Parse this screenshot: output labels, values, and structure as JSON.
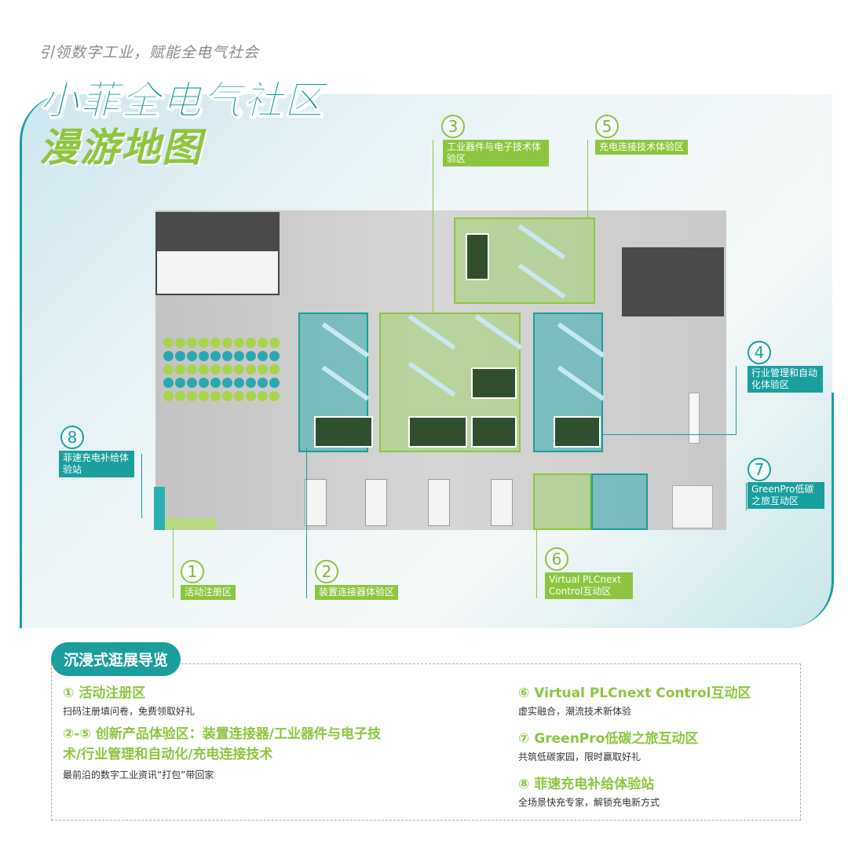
{
  "header": {
    "tagline": "引领数字工业，赋能全电气社会",
    "title_line1": "小菲全电气社区",
    "title_line2": "漫游地图"
  },
  "map": {
    "zones": [
      {
        "num": "1",
        "label": "活动注册区"
      },
      {
        "num": "2",
        "label": "装置连接器体验区"
      },
      {
        "num": "3",
        "label": "工业器件与电子技术体验区"
      },
      {
        "num": "4",
        "label": "行业管理和自动化体验区"
      },
      {
        "num": "5",
        "label": "充电连接技术体验区"
      },
      {
        "num": "6",
        "label": "Virtual PLCnext Control互动区"
      },
      {
        "num": "7",
        "label": "GreenPro低碳之旅互动区"
      },
      {
        "num": "8",
        "label": "菲速充电补给体验站"
      }
    ]
  },
  "guide": {
    "title": "沉浸式逛展导览",
    "items": [
      {
        "heading": "① 活动注册区",
        "desc": "扫码注册填问卷，免费领取好礼"
      },
      {
        "heading": "②-⑤ 创新产品体验区：装置连接器/工业器件与电子技术/行业管理和自动化/充电连接技术",
        "desc": "最前沿的数字工业资讯“打包”带回家"
      },
      {
        "heading": "⑥ Virtual PLCnext Control互动区",
        "desc": "虚实融合，潮流技术新体验"
      },
      {
        "heading": "⑦ GreenPro低碳之旅互动区",
        "desc": "共筑低碳家园，限时赢取好礼"
      },
      {
        "heading": "⑧ 菲速充电补给体验站",
        "desc": "全场景快充专家，解锁充电新方式"
      }
    ]
  },
  "colors": {
    "teal": "#1a9e9e",
    "green": "#8cc63f"
  }
}
